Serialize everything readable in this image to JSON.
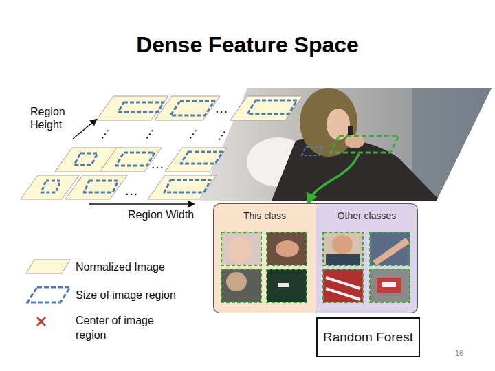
{
  "diagram": {
    "title": "Dense Feature Space",
    "nodes": [
      {
        "text": [
          "This class"
        ]
      },
      {
        "text": [
          "Other classes"
        ]
      },
      {
        "text": [
          "Random Forest"
        ]
      }
    ],
    "labels": [
      "Region Height",
      "…",
      "…",
      "…",
      "…",
      "…",
      "…",
      "…",
      "Region Width",
      "16"
    ],
    "legend": [
      {
        "text": "Normalized Image"
      },
      {
        "text": "Size of image region"
      },
      {
        "text": "Center of image region"
      }
    ]
  }
}
